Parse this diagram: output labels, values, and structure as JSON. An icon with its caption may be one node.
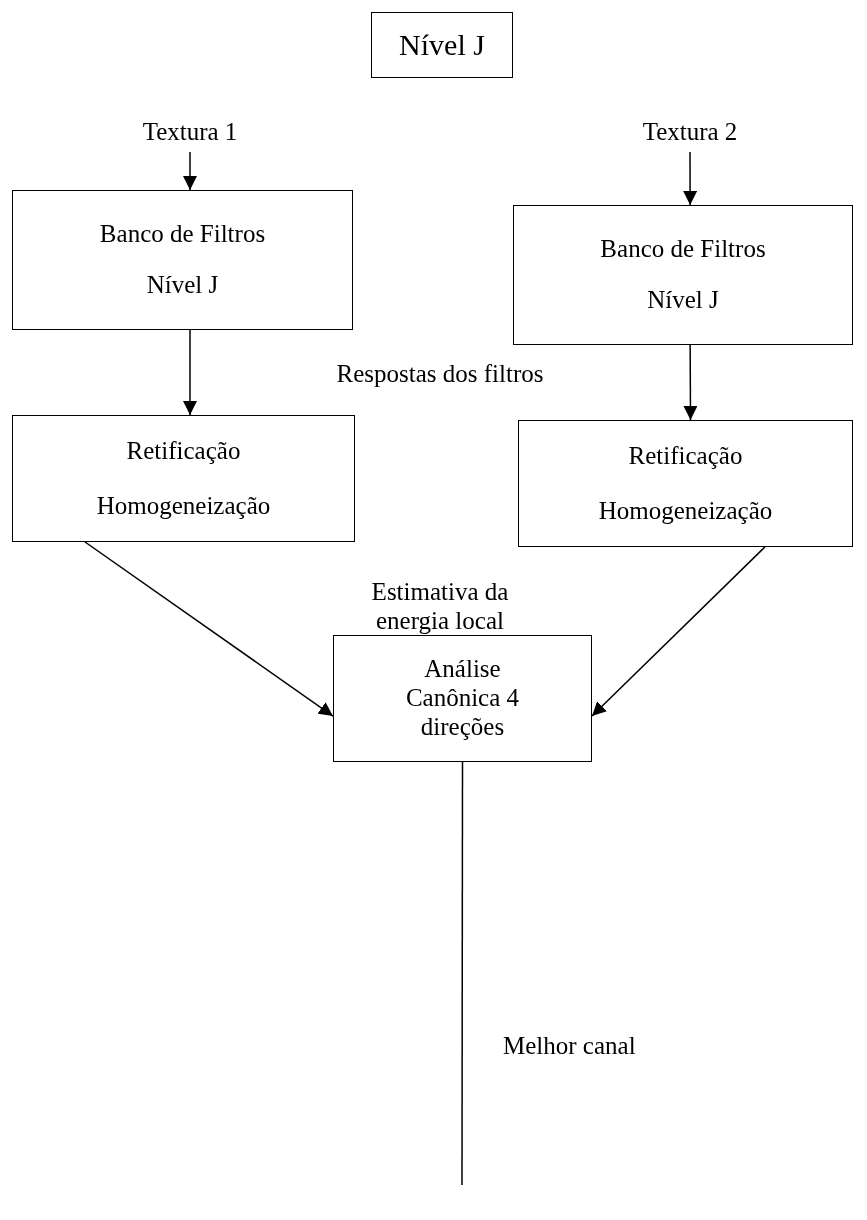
{
  "diagram": {
    "nodes": [
      {
        "text": [
          "Nível J"
        ]
      },
      {
        "text": [
          "Textura 1"
        ]
      },
      {
        "text": [
          "Textura 2"
        ]
      },
      {
        "text": [
          "Banco de Filtros",
          "Nível J"
        ]
      },
      {
        "text": [
          "Banco de Filtros",
          "Nível J"
        ]
      },
      {
        "text": [
          "Retificação",
          "Homogeneização"
        ]
      },
      {
        "text": [
          "Retificação",
          "Homogeneização"
        ]
      },
      {
        "text": [
          "Análise Canônica 4 direções"
        ]
      }
    ],
    "edges": [
      {
        "from": 1,
        "to": 3,
        "arrow": "to"
      },
      {
        "from": 2,
        "to": 4,
        "arrow": "to"
      },
      {
        "from": 3,
        "to": 5,
        "arrow": "to"
      },
      {
        "from": 4,
        "to": 6,
        "arrow": "to"
      },
      {
        "from": 5,
        "to": 7,
        "arrow": "to"
      },
      {
        "from": 6,
        "to": 7,
        "arrow": "to"
      },
      {
        "from": 7,
        "to": null,
        "arrow": "none",
        "label": "Melhor canal"
      }
    ],
    "labels": [
      "Respostas dos filtros",
      "Estimativa da energia local"
    ]
  }
}
